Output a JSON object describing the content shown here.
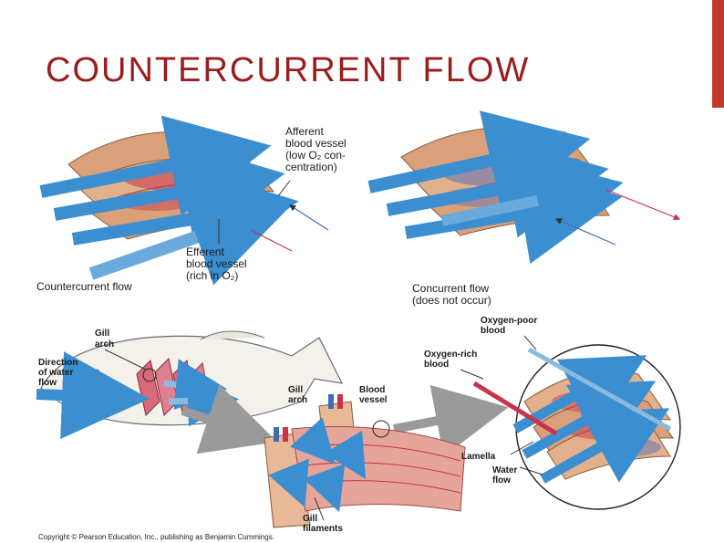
{
  "slide": {
    "title": "COUNTERCURRENT FLOW",
    "colors": {
      "title": "#9b1c1c",
      "accent_bar": "#c0392b",
      "water_arrow": "#3b8fd0",
      "vessel": "#d9a07a",
      "blood_poor": "#5a6fb4",
      "blood_rich": "#c8324a"
    }
  },
  "top_left": {
    "afferent_label": [
      "Afferent",
      "blood vessel",
      "(low O₂ con-",
      "centration)"
    ],
    "efferent_label": [
      "Efferent",
      "blood vessel",
      "(rich in O₂)"
    ],
    "caption": "Countercurrent flow"
  },
  "top_right": {
    "caption": [
      "Concurrent flow",
      "(does not occur)"
    ]
  },
  "bottom": {
    "gill_arch": [
      "Gill",
      "arch"
    ],
    "direction": [
      "Direction",
      "of water",
      "flow"
    ],
    "gill_arch_2": [
      "Gill",
      "arch"
    ],
    "blood_vessel": [
      "Blood",
      "vessel"
    ],
    "gill_filaments": [
      "Gill",
      "filaments"
    ],
    "oxygen_poor": [
      "Oxygen-poor",
      "blood"
    ],
    "oxygen_rich": [
      "Oxygen-rich",
      "blood"
    ],
    "lamella": "Lamella",
    "water_flow": [
      "Water",
      "flow"
    ],
    "copyright": "Copyright © Pearson Education, Inc., publishing as Benjamin Cummings."
  }
}
